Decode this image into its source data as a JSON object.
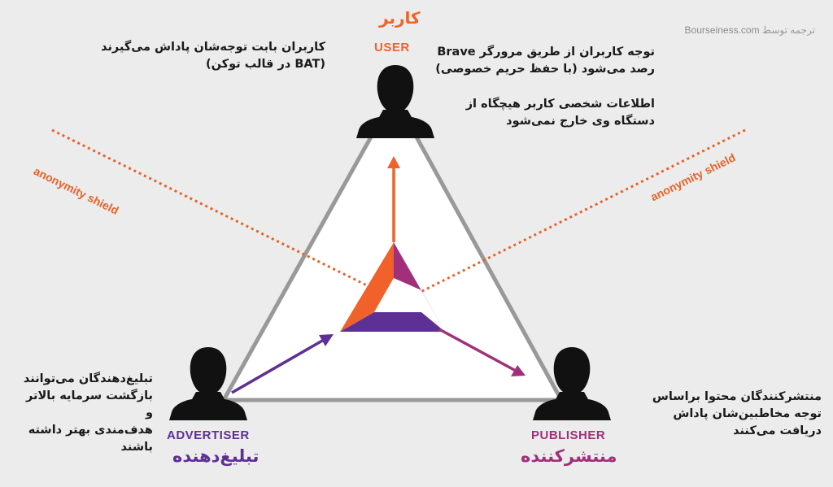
{
  "credit": {
    "prefix": "ترجمه توسط",
    "site": "Bourseiness.com"
  },
  "user": {
    "label_fa": "کاربر",
    "label_en": "USER",
    "desc_left": [
      "کاربران بابت توجه‌شان پاداش می‌گیرند",
      "(BAT در قالب توکن)"
    ],
    "desc_right_1": [
      "توجه کاربران از طریق مرورگر Brave",
      "رصد می‌شود (با حفظ حریم خصوصی)"
    ],
    "desc_right_2": [
      "اطلاعات شخصی کاربر هیچگاه از",
      "دستگاه وی خارج نمی‌شود"
    ]
  },
  "advertiser": {
    "label_en": "ADVERTISER",
    "label_fa": "تبلیغ‌دهنده",
    "desc": [
      "تبلیغ‌دهندگان می‌توانند",
      "بازگشت سرمایه بالاتر و",
      "هدف‌مندی بهتر داشته",
      "باشند"
    ]
  },
  "publisher": {
    "label_en": "PUBLISHER",
    "label_fa": "منتشرکننده",
    "desc": [
      "منتشرکنندگان  محتوا براساس",
      "توجه مخاطبین‌شان پاداش",
      "دریافت می‌کنند"
    ]
  },
  "shield": {
    "left": "anonymity shield",
    "right": "anonymity shield"
  },
  "colors": {
    "orange": "#f0622a",
    "magenta": "#a0307a",
    "purple": "#5e3096",
    "gray_line": "#999999",
    "figure": "#111111"
  }
}
